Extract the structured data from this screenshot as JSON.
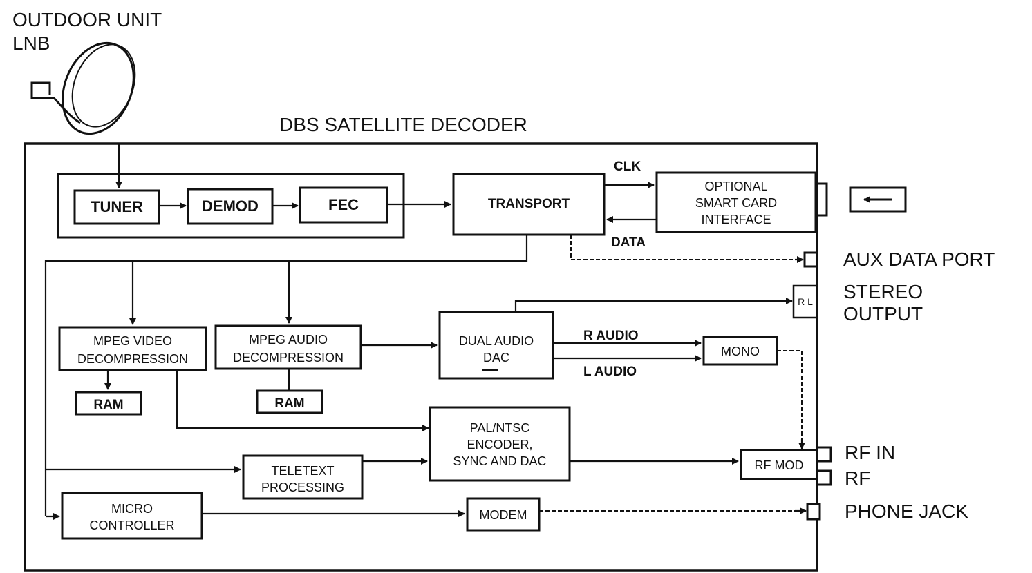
{
  "title": "DBS SATELLITE DECODER",
  "outdoor": {
    "line1": "OUTDOOR UNIT",
    "line2": "LNB"
  },
  "blocks": {
    "tuner": "TUNER",
    "demod": "DEMOD",
    "fec": "FEC",
    "transport": "TRANSPORT",
    "smartcard": [
      "OPTIONAL",
      "SMART CARD",
      "INTERFACE"
    ],
    "mpeg_video": [
      "MPEG VIDEO",
      "DECOMPRESSION"
    ],
    "mpeg_audio": [
      "MPEG AUDIO",
      "DECOMPRESSION"
    ],
    "ram": "RAM",
    "dual_audio_dac": [
      "DUAL AUDIO",
      "DAC"
    ],
    "mono": "MONO",
    "encoder": [
      "PAL/NTSC",
      "ENCODER,",
      "SYNC AND DAC"
    ],
    "teletext": [
      "TELETEXT",
      "PROCESSING"
    ],
    "rf_mod": "RF MOD",
    "micro": [
      "MICRO",
      "CONTROLLER"
    ],
    "modem": "MODEM"
  },
  "signals": {
    "clk": "CLK",
    "data": "DATA",
    "r_audio": "R AUDIO",
    "l_audio": "L AUDIO"
  },
  "ports": {
    "aux": "AUX DATA PORT",
    "stereo": [
      "STEREO",
      "OUTPUT"
    ],
    "rf_in": "RF IN",
    "rf": "RF",
    "phone": "PHONE JACK",
    "stereo_connector": "R L"
  }
}
